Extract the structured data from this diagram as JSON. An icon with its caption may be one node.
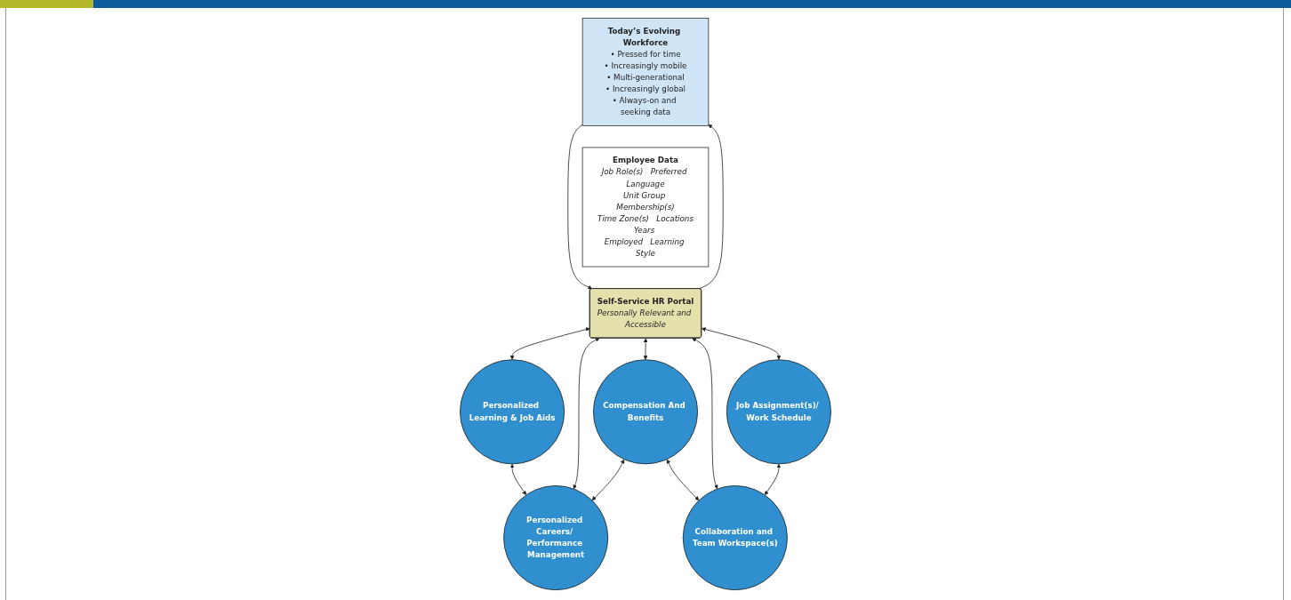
{
  "diagram": {
    "nodes": [
      {
        "text": [
          "Today’s Evolving Workforce",
          "• Pressed for time",
          "• Increasingly mobile",
          "• Multi-generational",
          "• Increasingly global",
          "• Always-on and seeking data"
        ]
      },
      {
        "text": [
          "Employee Data",
          "Job Role(s)",
          "Preferred Language",
          "Unit Group Membership(s)",
          "Time Zone(s)",
          "Locations",
          "Years Employed",
          "Learning Style"
        ]
      },
      {
        "text": [
          "Self-Service HR Portal",
          "Personally Relevant and Accessible"
        ]
      },
      {
        "text": [
          "Personalized Learning & Job Aids"
        ]
      },
      {
        "text": [
          "Personalized Careers/ Performance Management"
        ]
      },
      {
        "text": [
          "Compensation And Benefits"
        ]
      },
      {
        "text": [
          "Collaboration and Team Workspace(s)"
        ]
      },
      {
        "text": [
          "Job Assignment(s)/ Work Schedule"
        ]
      }
    ],
    "edges": [
      {
        "from": 2,
        "to": 0,
        "arrow": "to"
      },
      {
        "from": 0,
        "to": 2,
        "arrow": "to"
      },
      {
        "from": 2,
        "to": 3,
        "arrow": "both"
      },
      {
        "from": 2,
        "to": 4,
        "arrow": "both"
      },
      {
        "from": 2,
        "to": 5,
        "arrow": "both"
      },
      {
        "from": 2,
        "to": 6,
        "arrow": "both"
      },
      {
        "from": 2,
        "to": 7,
        "arrow": "both"
      },
      {
        "from": 3,
        "to": 4,
        "arrow": "both"
      },
      {
        "from": 5,
        "to": 4,
        "arrow": "both"
      },
      {
        "from": 5,
        "to": 6,
        "arrow": "both"
      },
      {
        "from": 7,
        "to": 6,
        "arrow": "both"
      }
    ]
  }
}
